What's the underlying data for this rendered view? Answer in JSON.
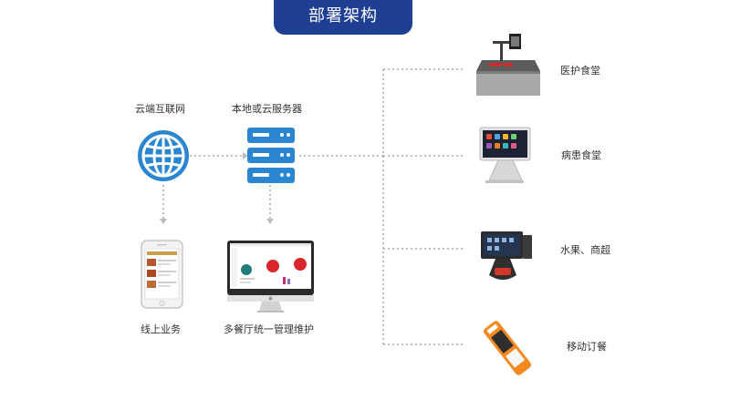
{
  "title": "部署架构",
  "nodes": {
    "cloud": "云端互联网",
    "server": "本地或云服务器",
    "online": "线上业务",
    "multi": "多餐厅统一管理维护",
    "dev1": "医护食堂",
    "dev2": "病患食堂",
    "dev3": "水果、商超",
    "dev4": "移动订餐"
  },
  "colors": {
    "title_bg": "#1f3f94",
    "icon_blue": "#2a86d1",
    "connector": "#bdbdbd",
    "monitor_red": "#d9262c"
  }
}
